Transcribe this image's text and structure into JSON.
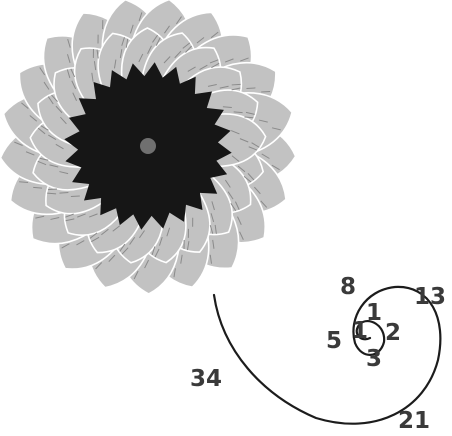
{
  "flower": {
    "petal_color": "#c2c2c2",
    "petal_edge_color": "#ffffff",
    "petal_stroke_color": "#8a8a8a",
    "center_color": "#161616",
    "center_dot_color": "#707070"
  },
  "spiral": {
    "stroke_color": "#1c1c1c",
    "label_color": "#3a3a3a"
  },
  "fibonacci_labels": [
    "1",
    "1",
    "2",
    "3",
    "5",
    "8",
    "13",
    "21",
    "34"
  ]
}
